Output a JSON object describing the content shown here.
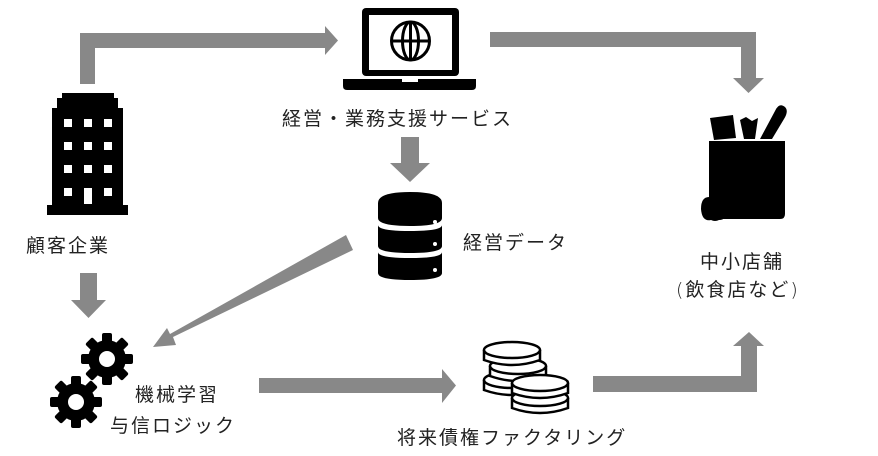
{
  "colors": {
    "arrow": "#888888",
    "icon": "#000000",
    "text": "#222222",
    "background": "#ffffff"
  },
  "nodes": {
    "client_company": {
      "label": "顧客企業",
      "icon": "office-building-icon"
    },
    "service": {
      "label": "経営・業務支援サービス",
      "icon": "laptop-globe-icon"
    },
    "business_data": {
      "label": "経営データ",
      "icon": "database-icon"
    },
    "ml_logic": {
      "label_line1": "機械学習",
      "label_line2": "与信ロジック",
      "icon": "gears-icon"
    },
    "factoring": {
      "label": "将来債権ファクタリング",
      "icon": "coins-icon"
    },
    "smb_store": {
      "label_line1": "中小店舗",
      "label_line2": "(飲食店など)",
      "icon": "grocery-bag-icon"
    }
  },
  "edges": [
    {
      "from": "client_company",
      "to": "service"
    },
    {
      "from": "service",
      "to": "smb_store"
    },
    {
      "from": "service",
      "to": "business_data"
    },
    {
      "from": "business_data",
      "to": "ml_logic"
    },
    {
      "from": "client_company",
      "to": "ml_logic"
    },
    {
      "from": "ml_logic",
      "to": "factoring"
    },
    {
      "from": "factoring",
      "to": "smb_store"
    }
  ]
}
